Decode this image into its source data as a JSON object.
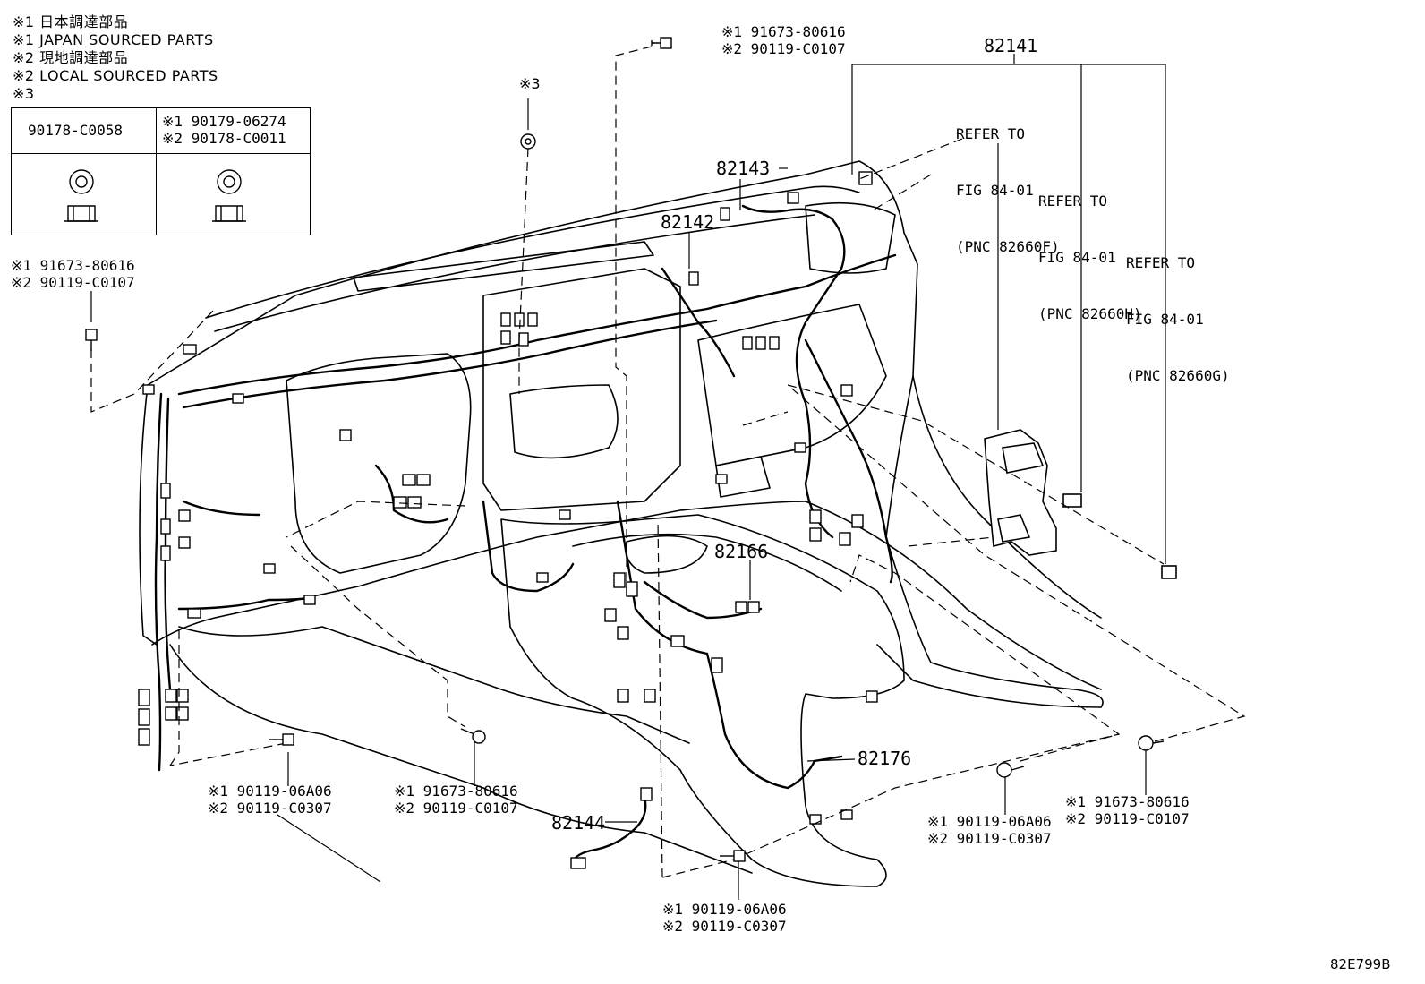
{
  "notes": {
    "n1_jp": "※1 日本調達部品",
    "n1_en": "※1 JAPAN SOURCED PARTS",
    "n2_jp": "※2 現地調達部品",
    "n2_en": "※2 LOCAL SOURCED PARTS",
    "n3": "※3"
  },
  "legend_table": {
    "col1_part": "90178-C0058",
    "col2_line1": "※1 90179-06274",
    "col2_line2": "※2 90178-C0011"
  },
  "callouts": {
    "top_left_bolt": {
      "l1": "※1 91673-80616",
      "l2": "※2 90119-C0107"
    },
    "top_center_bolt": {
      "l1": "※1 91673-80616",
      "l2": "※2 90119-C0107"
    },
    "nut_ref": "※3",
    "bottom_left_bolt": {
      "l1": "※1 90119-06A06",
      "l2": "※2 90119-C0307"
    },
    "bottom_mid_bolt": {
      "l1": "※1 91673-80616",
      "l2": "※2 90119-C0107"
    },
    "bottom_center_bolt": {
      "l1": "※1 90119-06A06",
      "l2": "※2 90119-C0307"
    },
    "bottom_right_bolt_a": {
      "l1": "※1 90119-06A06",
      "l2": "※2 90119-C0307"
    },
    "bottom_right_bolt_b": {
      "l1": "※1 91673-80616",
      "l2": "※2 90119-C0107"
    }
  },
  "pnc_labels": {
    "p82141": "82141",
    "p82143": "82143",
    "p82142": "82142",
    "p82166": "82166",
    "p82176": "82176",
    "p82144": "82144"
  },
  "refer_notes": {
    "f": {
      "l1": "REFER TO",
      "l2": "FIG 84-01",
      "l3": "(PNC 82660F)"
    },
    "h": {
      "l1": "REFER TO",
      "l2": "FIG 84-01",
      "l3": "(PNC 82660H)"
    },
    "g": {
      "l1": "REFER TO",
      "l2": "FIG 84-01",
      "l3": "(PNC 82660G)"
    }
  },
  "figure_id": "82E799B"
}
